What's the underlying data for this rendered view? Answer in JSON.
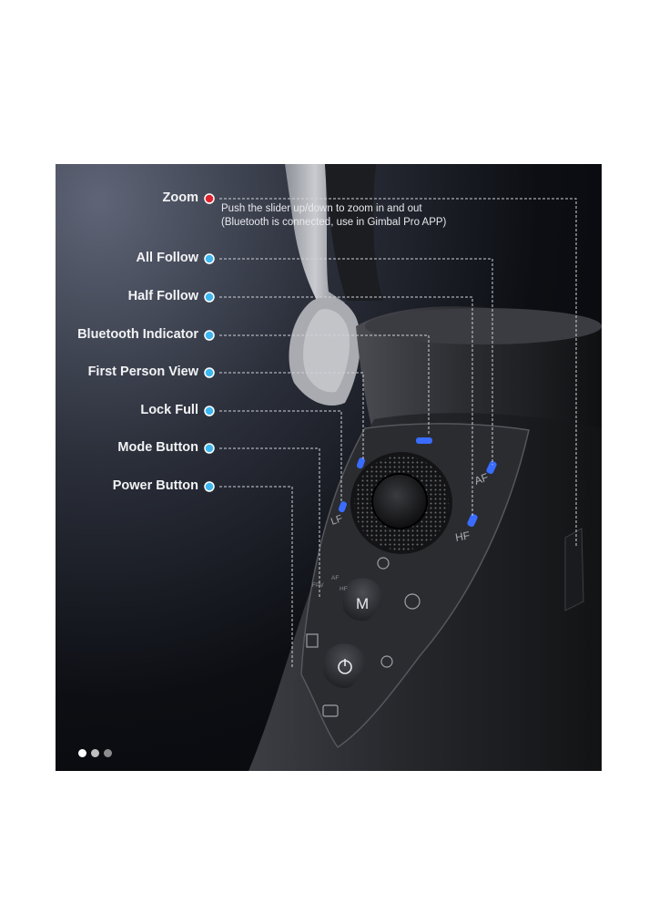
{
  "labels": [
    {
      "text": "Zoom",
      "color": "#e0222f"
    },
    {
      "text": "All Follow",
      "color": "#3db6f0"
    },
    {
      "text": "Half Follow",
      "color": "#3db6f0"
    },
    {
      "text": "Bluetooth Indicator",
      "color": "#3db6f0"
    },
    {
      "text": "First Person View",
      "color": "#3db6f0"
    },
    {
      "text": "Lock Full",
      "color": "#3db6f0"
    },
    {
      "text": "Mode Button",
      "color": "#3db6f0"
    },
    {
      "text": "Power Button",
      "color": "#3db6f0"
    }
  ],
  "zoom_description": {
    "line1": "Push the slider up/down to zoom in and out",
    "line2": "(Bluetooth is connected, use in Gimbal Pro APP)"
  },
  "device_markings": {
    "af": "AF",
    "hf": "HF",
    "lf": "LF",
    "mode_key": "M",
    "mode_icon_af": "AF",
    "mode_icon_hf": "HF",
    "mode_icon_fpv": "FPV"
  },
  "carousel": {
    "dots": [
      {
        "state": "active",
        "color": "#ffffff"
      },
      {
        "state": "inactive",
        "color": "#bfbfbf"
      },
      {
        "state": "inactive",
        "color": "#8c8c8c"
      }
    ]
  },
  "colors": {
    "led_blue": "#3a6cff",
    "leader_line": "#cfd2d8"
  }
}
